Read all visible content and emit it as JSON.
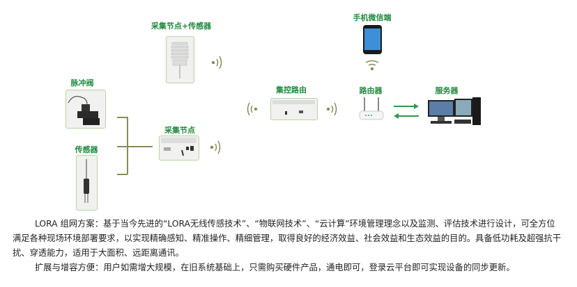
{
  "diagram": {
    "node_sensor_label": "采集节点+传感器",
    "valve_label": "脉冲阀",
    "sensor_label": "传感器",
    "node_label": "采集节点",
    "gateway_label": "集控路由",
    "phone_label": "手机微信端",
    "router_label": "路由器",
    "server_label": "服务器",
    "accent_color": "#1f8a3c"
  },
  "text": {
    "p1": "LORA 组网方案：基于当今先进的“LORA无线传感技术”、“物联网技术”、“云计算”环境管理理念以及监测、评估技术进行设计，可全方位满足各种现场环境部署要求，以实现精确感知、精准操作、精细管理，取得良好的经济效益、社会效益和生态效益的目的。具备低功耗及超强抗干扰、穿透能力，适用于大面积、远距离通讯。",
    "p2": "扩展与增容方便：用户如需增大规模，在旧系统基础上，只需购买硬件产品，通电即可，登录云平台即可实现设备的同步更新。"
  }
}
